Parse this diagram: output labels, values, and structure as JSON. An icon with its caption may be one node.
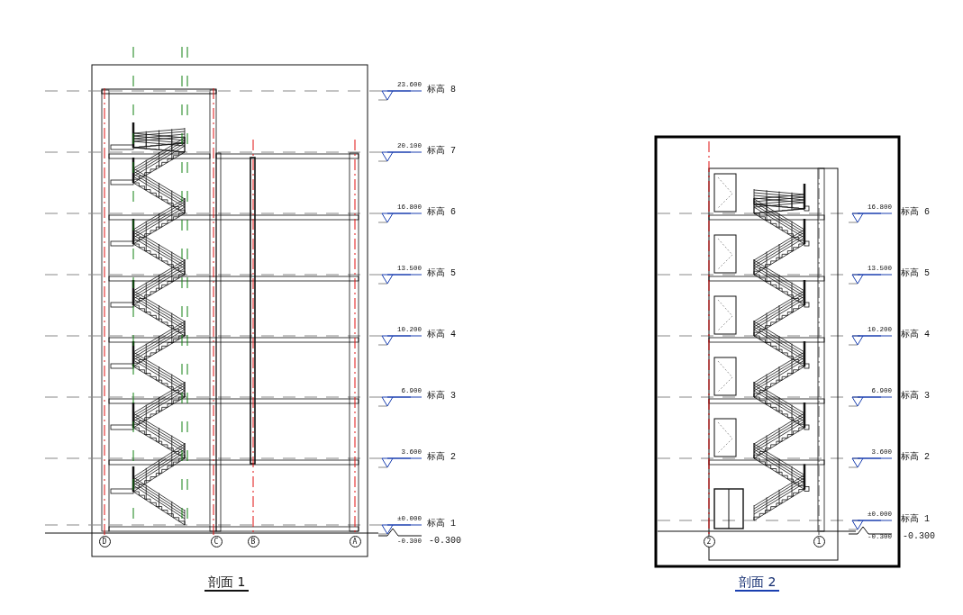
{
  "diagram": {
    "labels": [
      "23.600",
      "标高 8",
      "20.100",
      "标高 7",
      "16.800",
      "标高 6",
      "13.500",
      "标高 5",
      "10.200",
      "标高 4",
      "6.900",
      "标高 3",
      "3.600",
      "标高 2",
      "±0.000",
      "标高 1",
      "D",
      "C",
      "B",
      "A",
      "-0.300",
      "-0.300",
      "剖面 1",
      "16.800",
      "标高 6",
      "13.500",
      "标高 5",
      "10.200",
      "标高 4",
      "6.900",
      "标高 3",
      "3.600",
      "标高 2",
      "±0.000",
      "标高 1",
      "2",
      "1",
      "-0.300",
      "-0.300",
      "剖面 2"
    ]
  }
}
